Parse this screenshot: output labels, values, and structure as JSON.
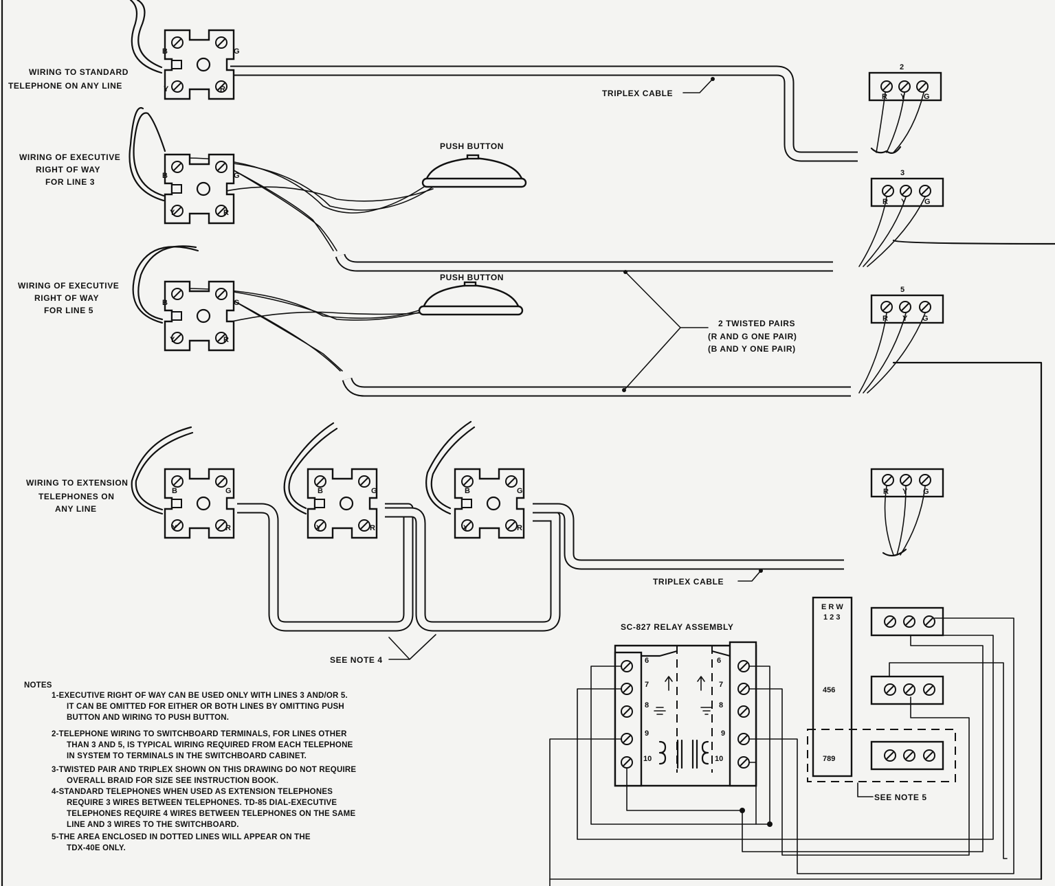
{
  "labels": {
    "standard_1": "WIRING TO STANDARD",
    "standard_2": "TELEPHONE ON ANY LINE",
    "exec3_1": "WIRING OF EXECUTIVE",
    "exec3_2": "RIGHT OF WAY",
    "exec3_3": "FOR LINE 3",
    "exec5_1": "WIRING OF EXECUTIVE",
    "exec5_2": "RIGHT OF WAY",
    "exec5_3": "FOR LINE 5",
    "ext_1": "WIRING TO EXTENSION",
    "ext_2": "TELEPHONES ON",
    "ext_3": "ANY LINE",
    "push_button": "PUSH BUTTON",
    "triplex_cable": "TRIPLEX CABLE",
    "twisted_1": "2 TWISTED PAIRS",
    "twisted_2": "(R AND G ONE PAIR)",
    "twisted_3": "(B AND Y ONE PAIR)",
    "see_note_4": "SEE NOTE 4",
    "see_note_5": "SEE NOTE 5",
    "relay_title": "SC-827 RELAY ASSEMBLY"
  },
  "block_letters": {
    "b": "B",
    "g": "G",
    "r": "R",
    "y": "Y"
  },
  "strip_letters": {
    "r": "R",
    "y": "Y",
    "g": "G"
  },
  "strip_numbers": {
    "s2": "2",
    "s3": "3",
    "s5": "5"
  },
  "erw": {
    "header_1": "E R W",
    "header_2": "1 2 3",
    "row_456": "456",
    "row_789": "789"
  },
  "relay_numbers": {
    "n6": "6",
    "n7": "7",
    "n8": "8",
    "n9": "9",
    "n10": "10"
  },
  "notes": {
    "title": "NOTES",
    "n1_a": "1-EXECUTIVE RIGHT OF WAY CAN BE USED ONLY WITH LINES 3 AND/OR 5.",
    "n1_b": "IT CAN BE OMITTED FOR EITHER OR BOTH LINES BY OMITTING PUSH",
    "n1_c": "BUTTON AND WIRING TO PUSH BUTTON.",
    "n2_a": "2-TELEPHONE WIRING TO SWITCHBOARD TERMINALS, FOR LINES OTHER",
    "n2_b": "THAN 3 AND 5, IS TYPICAL WIRING REQUIRED FROM EACH TELEPHONE",
    "n2_c": "IN SYSTEM TO TERMINALS IN THE SWITCHBOARD CABINET.",
    "n3_a": "3-TWISTED PAIR AND TRIPLEX SHOWN ON THIS DRAWING DO NOT REQUIRE",
    "n3_b": "OVERALL BRAID FOR SIZE SEE INSTRUCTION BOOK.",
    "n4_a": "4-STANDARD TELEPHONES WHEN USED AS EXTENSION TELEPHONES",
    "n4_b": "REQUIRE 3 WIRES BETWEEN TELEPHONES. TD-85 DIAL-EXECUTIVE",
    "n4_c": "TELEPHONES REQUIRE 4 WIRES BETWEEN TELEPHONES ON THE SAME",
    "n4_d": "LINE AND 3 WIRES TO THE SWITCHBOARD.",
    "n5_a": "5-THE AREA ENCLOSED IN DOTTED LINES WILL APPEAR ON THE",
    "n5_b": "TDX-40E ONLY."
  }
}
